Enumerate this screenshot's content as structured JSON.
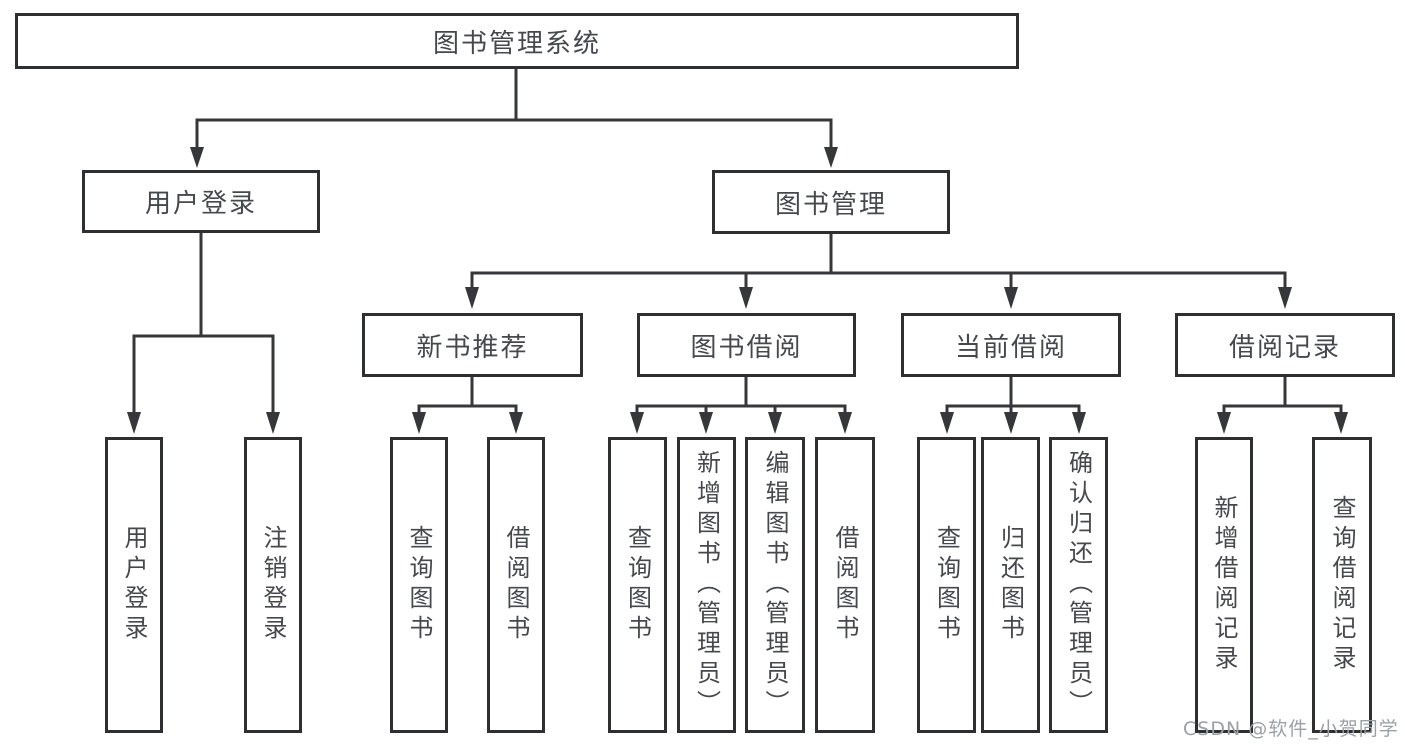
{
  "tree": {
    "label": "图书管理系统",
    "children": [
      {
        "label": "用户登录",
        "children": [
          {
            "label": "用户登录"
          },
          {
            "label": "注销登录"
          }
        ]
      },
      {
        "label": "图书管理",
        "children": [
          {
            "label": "新书推荐",
            "children": [
              {
                "label": "查询图书"
              },
              {
                "label": "借阅图书"
              }
            ]
          },
          {
            "label": "图书借阅",
            "children": [
              {
                "label": "查询图书"
              },
              {
                "label": "新增图书（管理员）"
              },
              {
                "label": "编辑图书（管理员）"
              },
              {
                "label": "借阅图书"
              }
            ]
          },
          {
            "label": "当前借阅",
            "children": [
              {
                "label": "查询图书"
              },
              {
                "label": "归还图书"
              },
              {
                "label": "确认归还（管理员）"
              }
            ]
          },
          {
            "label": "借阅记录",
            "children": [
              {
                "label": "新增借阅记录"
              },
              {
                "label": "查询借阅记录"
              }
            ]
          }
        ]
      }
    ]
  },
  "watermark": {
    "text": "CSDN @软件_小贺同学"
  },
  "colors": {
    "line_color": "#35373a",
    "border_color": "#2d2f31",
    "text_color": "#45484d",
    "watermark_color": "#9aa0a5",
    "bg_color": "#ffffff"
  }
}
